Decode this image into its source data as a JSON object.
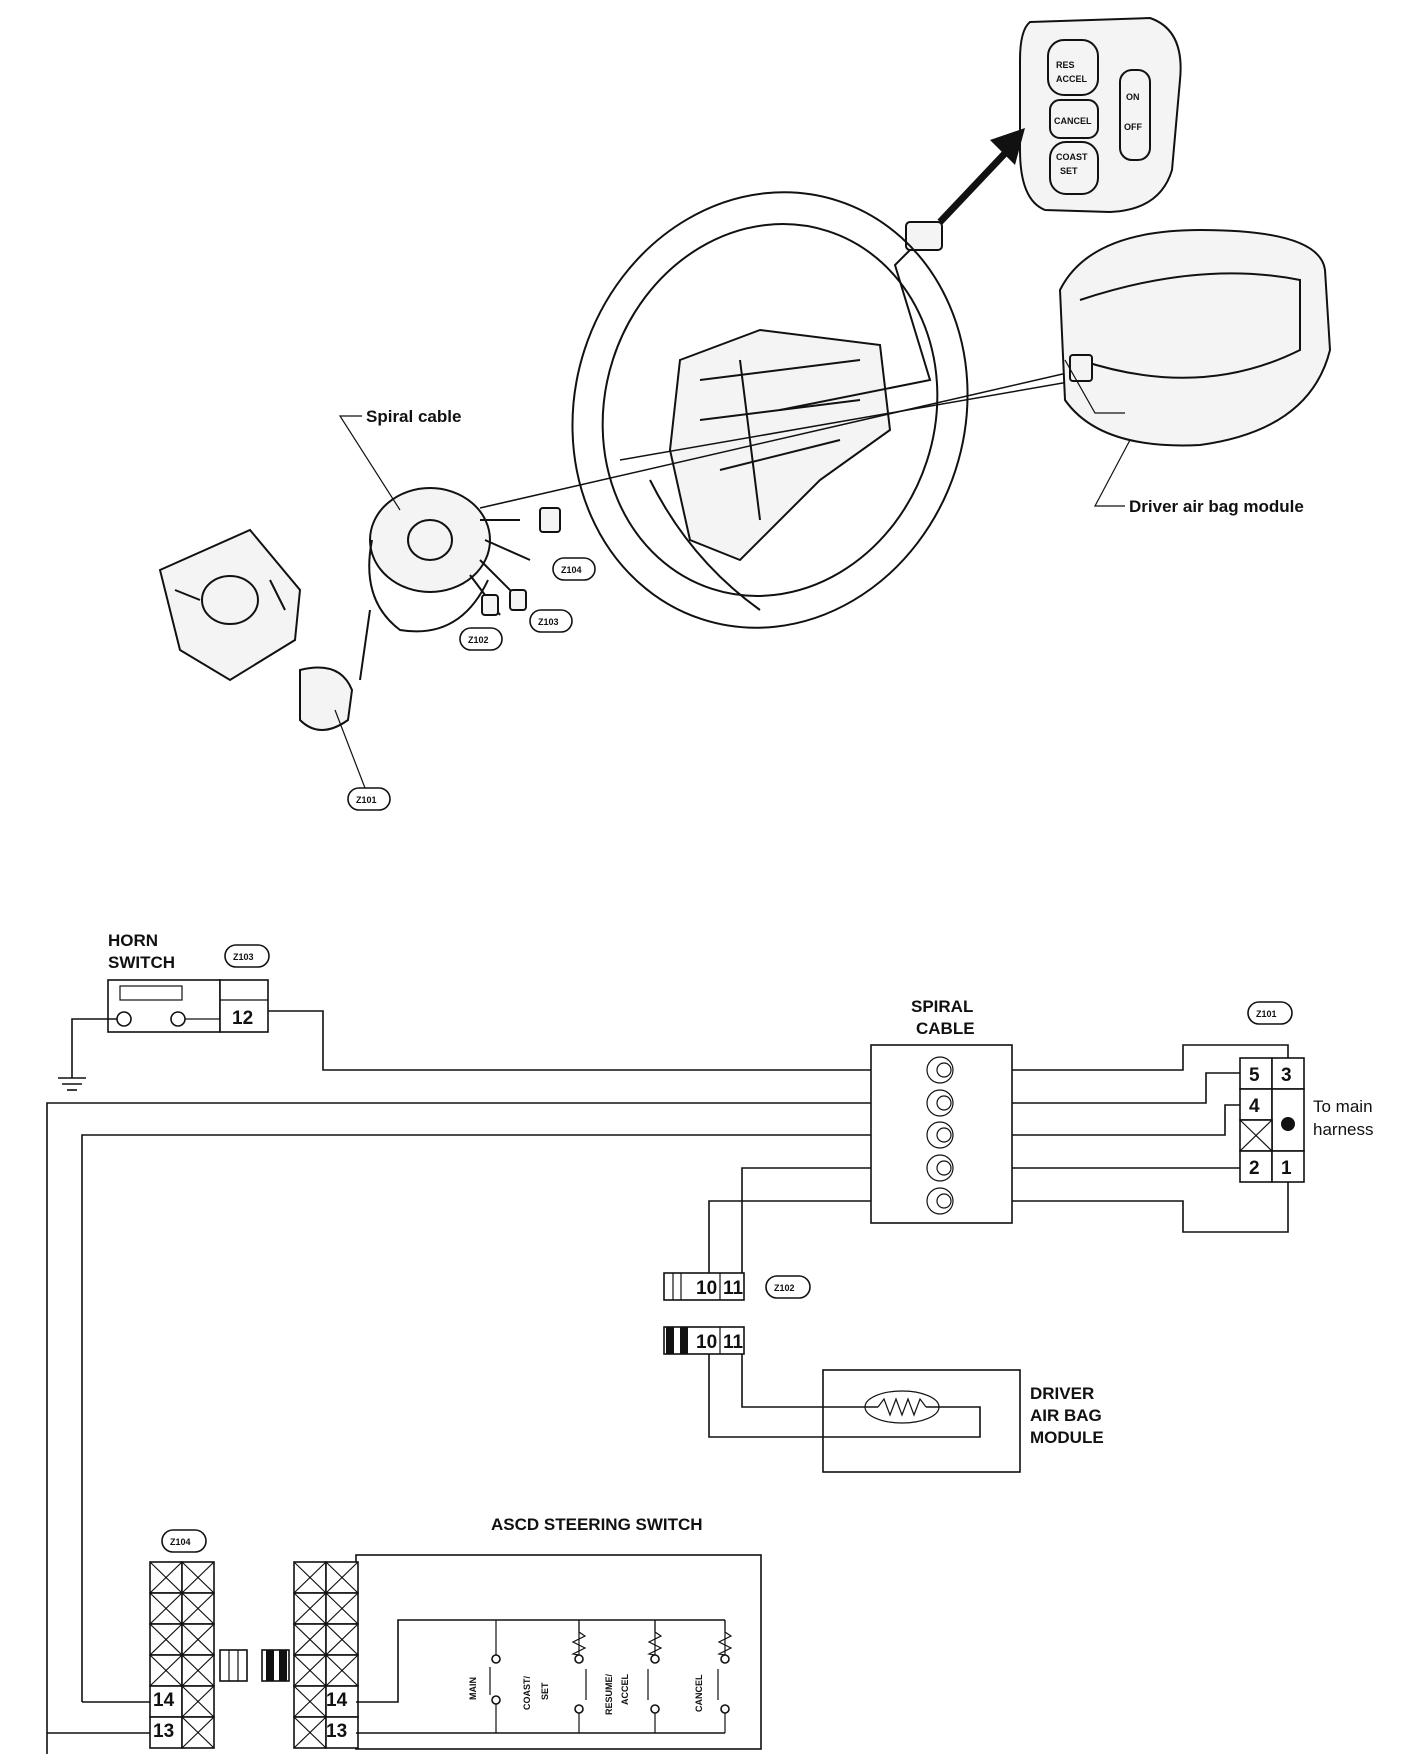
{
  "exploded_view": {
    "spiral_cable_label": "Spiral cable",
    "airbag_label": "Driver air bag module",
    "connector_ids": [
      "Z104",
      "Z103",
      "Z102",
      "Z101"
    ],
    "switch_labels": {
      "res_accel_1": "RES",
      "res_accel_2": "ACCEL",
      "cancel": "CANCEL",
      "coast_1": "COAST",
      "coast_2": "SET",
      "on": "ON",
      "off": "OFF"
    }
  },
  "schematic": {
    "horn_switch": {
      "line1": "HORN",
      "line2": "SWITCH",
      "connector": "Z103",
      "pin": "12"
    },
    "spiral_cable": {
      "line1": "SPIRAL",
      "line2": "CABLE"
    },
    "z101": {
      "connector": "Z101",
      "pins": [
        "5",
        "3",
        "4",
        "2",
        "1"
      ],
      "note_line1": "To main",
      "note_line2": "harness"
    },
    "z102": {
      "connector": "Z102",
      "pins": [
        "10",
        "11"
      ]
    },
    "airbag_connector": {
      "pins": [
        "10",
        "11"
      ]
    },
    "driver_airbag": {
      "line1": "DRIVER",
      "line2": "AIR BAG",
      "line3": "MODULE"
    },
    "z104": {
      "connector": "Z104",
      "pins": [
        "14",
        "13"
      ]
    },
    "ascd_switch": {
      "title": "ASCD STEERING SWITCH",
      "pins": [
        "14",
        "13"
      ],
      "contacts": [
        "MAIN",
        "COAST/",
        "SET",
        "RESUME/",
        "ACCEL",
        "CANCEL"
      ]
    }
  }
}
